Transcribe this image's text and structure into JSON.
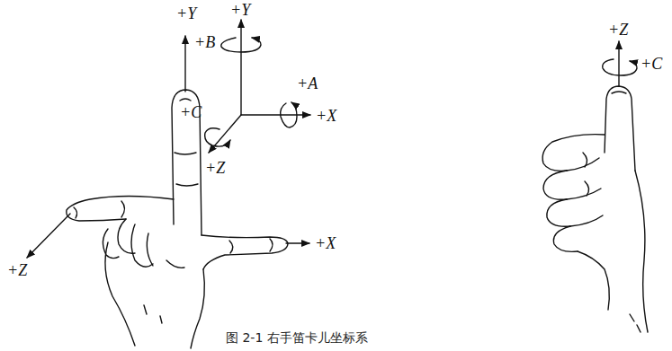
{
  "diagram": {
    "caption": "图 2-1 右手笛卡儿坐标系",
    "labels": [
      "+Y",
      "+X",
      "+Z",
      "+Y",
      "+B",
      "+A",
      "+X",
      "+C",
      "+Z",
      "+Z",
      "+C"
    ]
  }
}
